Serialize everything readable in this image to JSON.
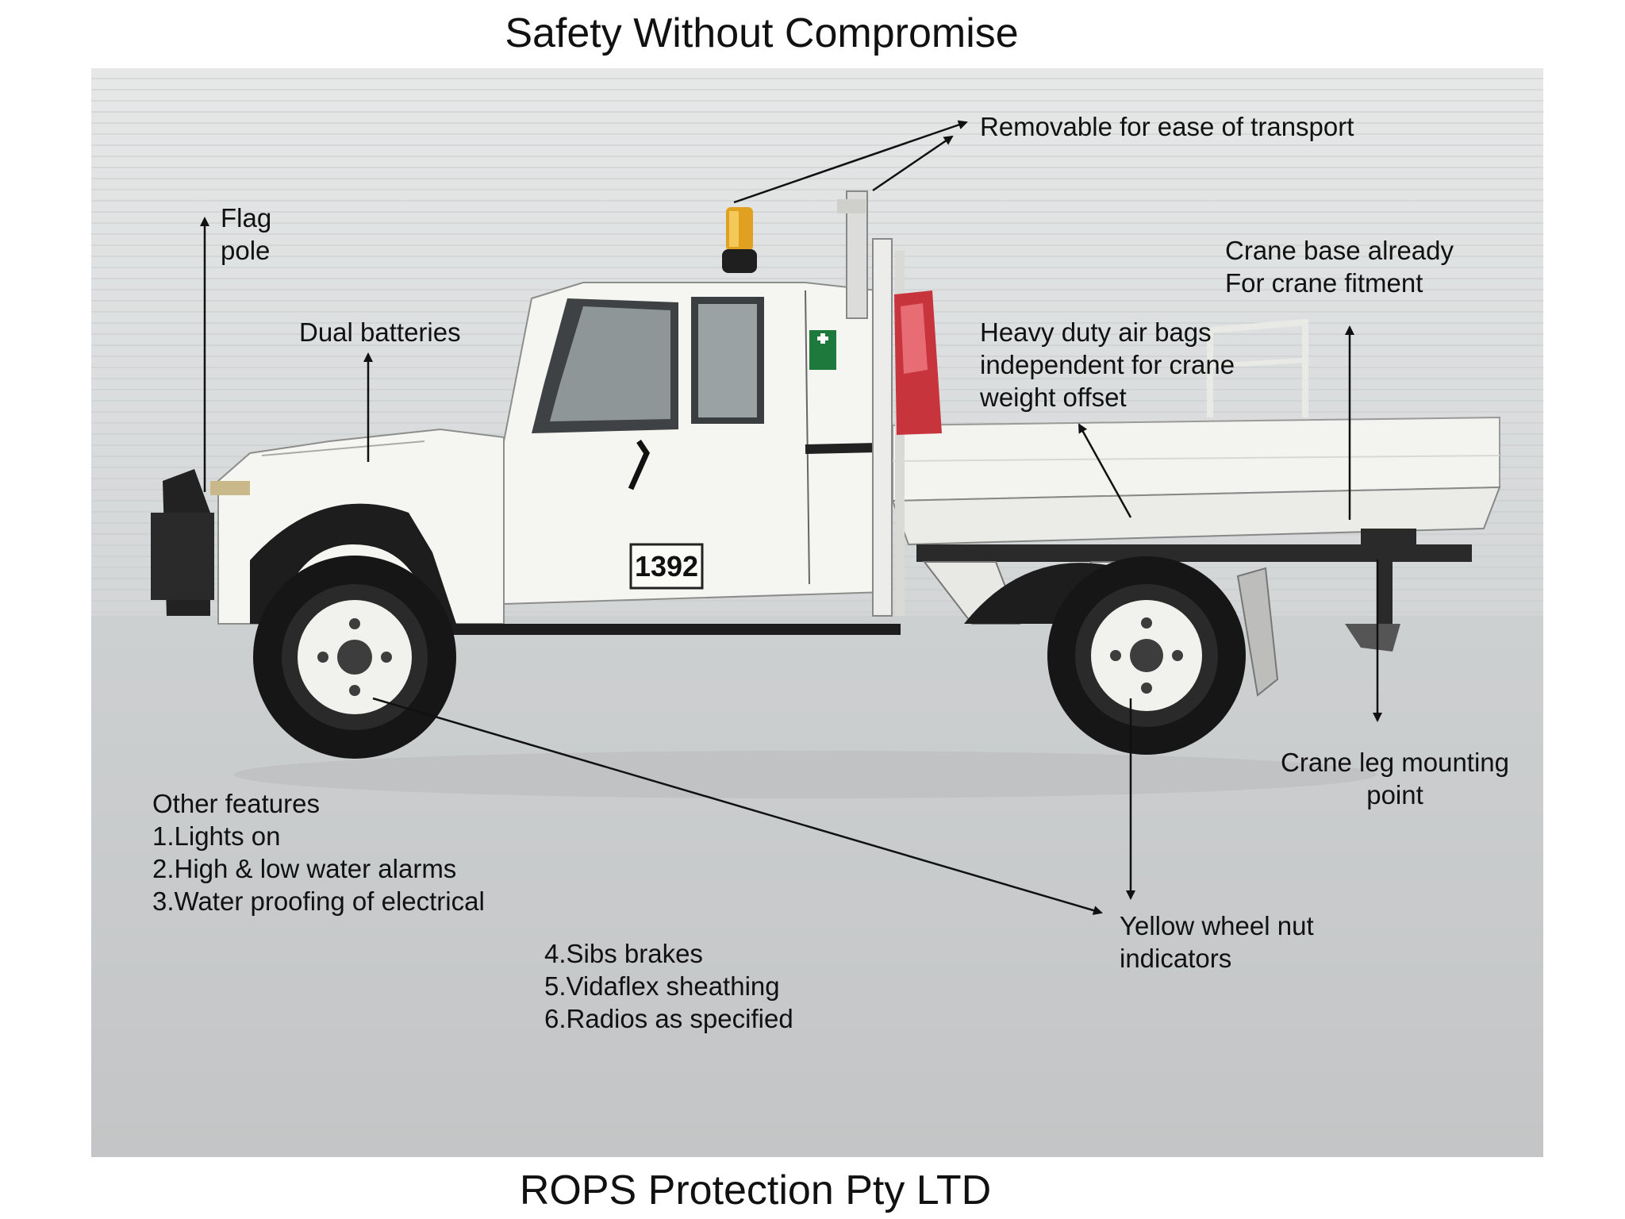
{
  "title": "Safety Without Compromise",
  "footer": "ROPS Protection Pty LTD",
  "vehicle_plate": "1392",
  "callouts": {
    "removable": "Removable for ease of transport",
    "flag_pole": [
      "Flag",
      "pole"
    ],
    "dual_batteries": "Dual batteries",
    "crane_base": [
      "Crane base already",
      "For crane fitment"
    ],
    "air_bags": [
      "Heavy duty air bags",
      "independent for crane",
      "weight offset"
    ],
    "crane_leg": [
      "Crane leg mounting",
      "point"
    ],
    "wheel_nut": [
      "Yellow wheel nut",
      "indicators"
    ]
  },
  "other_features": {
    "heading": "Other features",
    "items_col1": [
      "1.Lights on",
      "2.High & low water alarms",
      "3.Water proofing of electrical"
    ],
    "items_col2": [
      "4.Sibs brakes",
      "5.Vidaflex sheathing",
      "6.Radios as specified"
    ]
  },
  "colors": {
    "vehicle_body": "#f4f4f1",
    "tyre": "#161616",
    "wall": "#d9dcdc",
    "floor": "#c9cacb",
    "beacon": "#e0a020",
    "arrow": "#111111"
  }
}
